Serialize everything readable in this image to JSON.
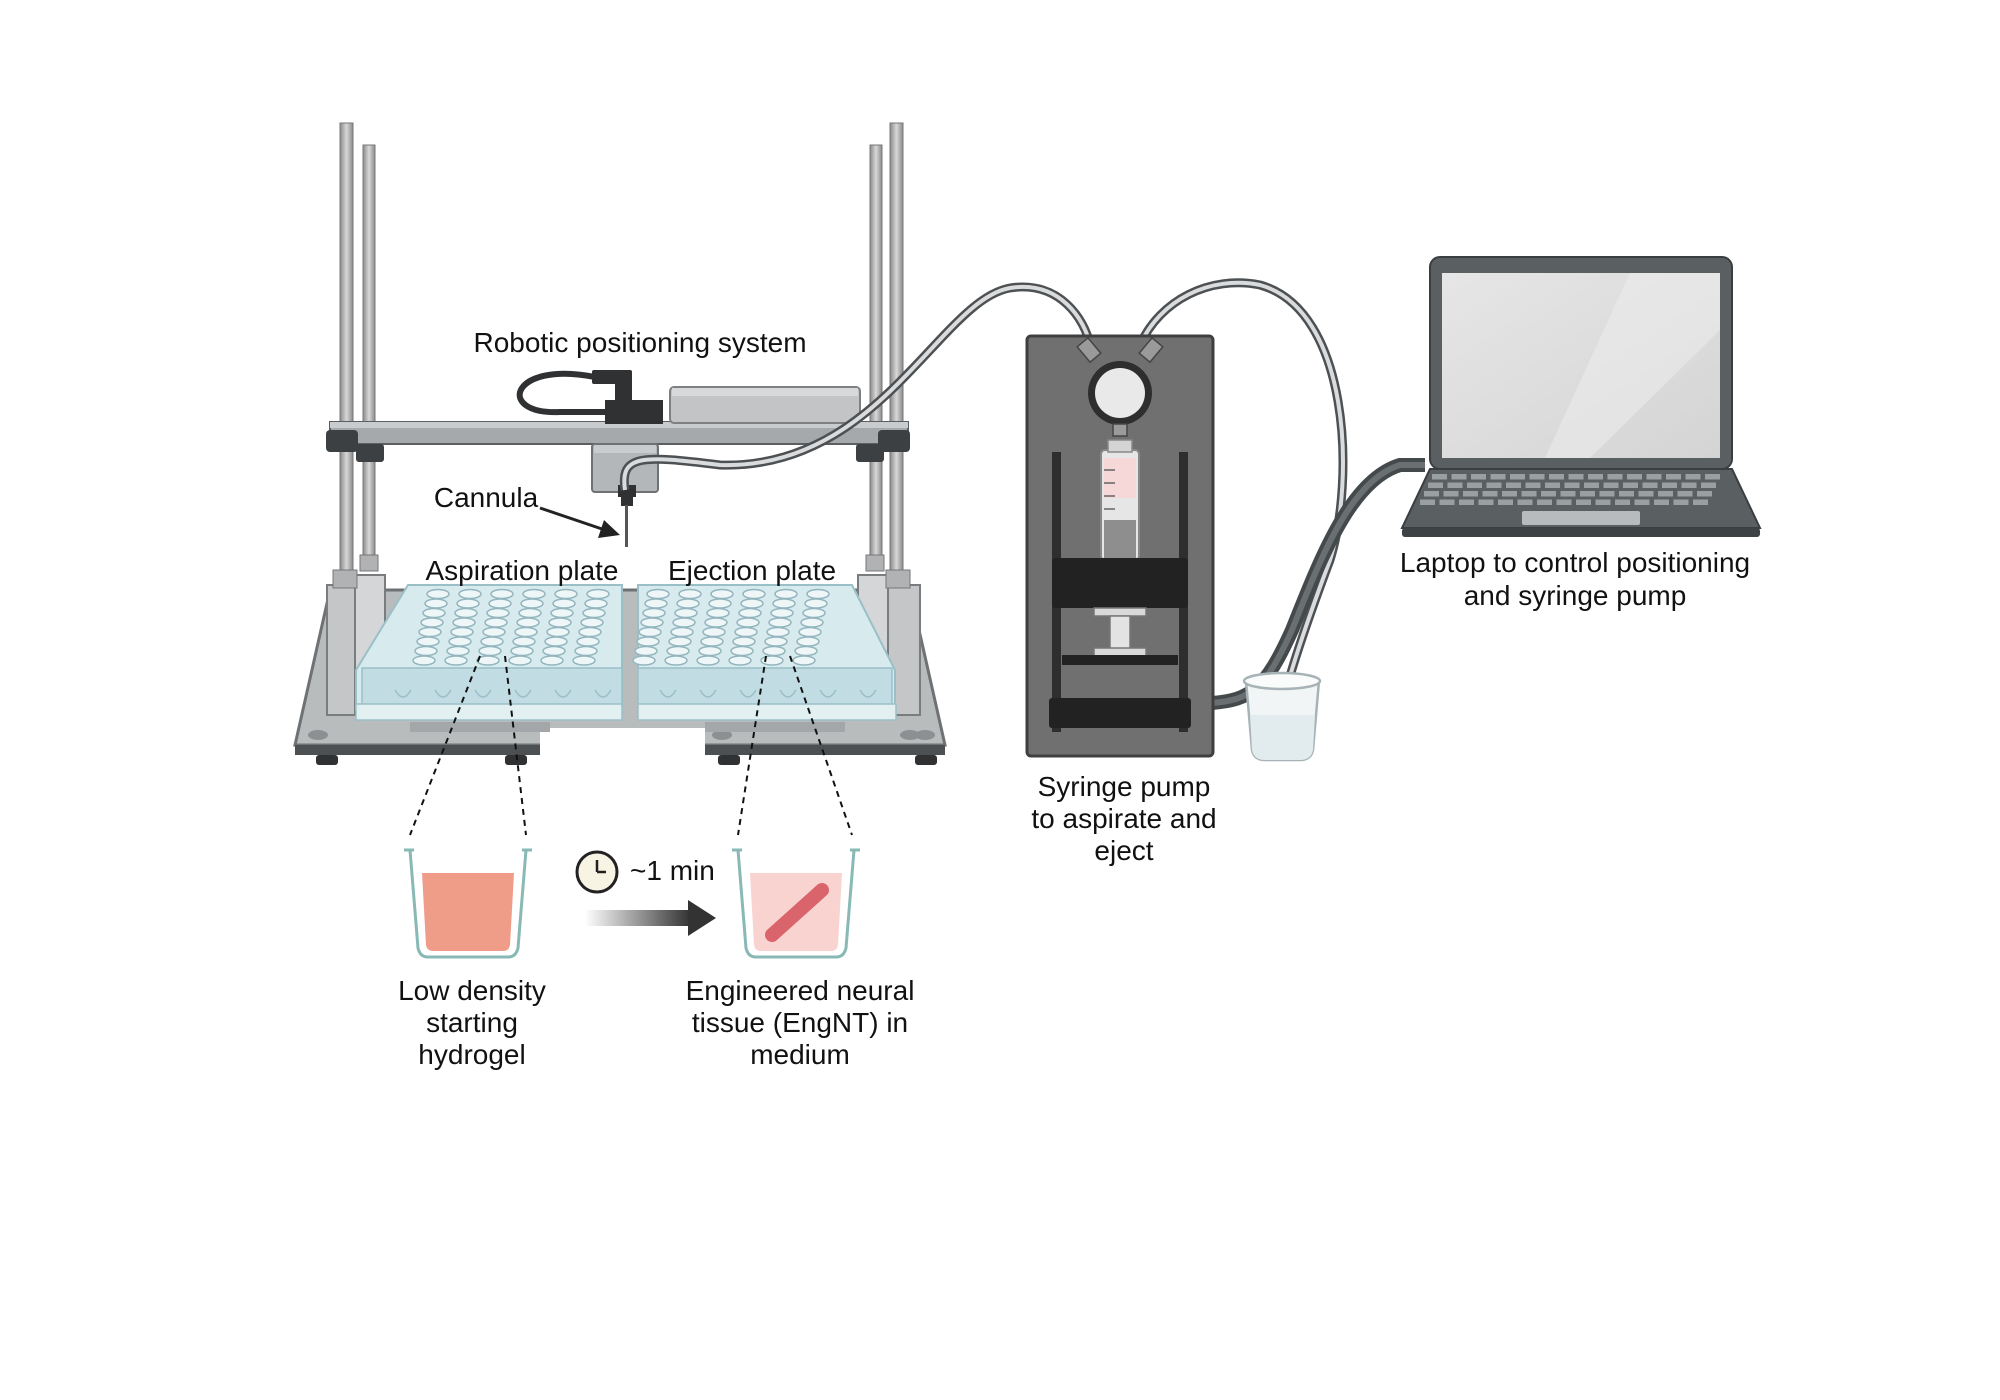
{
  "labels": {
    "robotic": "Robotic positioning system",
    "cannula": "Cannula",
    "aspiration_plate": "Aspiration plate",
    "ejection_plate": "Ejection plate",
    "syringe_pump": [
      "Syringe pump",
      "to aspirate and",
      "eject"
    ],
    "laptop": [
      "Laptop to control positioning",
      "and syringe pump"
    ],
    "time": "~1 min",
    "hydrogel": [
      "Low density",
      "starting",
      "hydrogel"
    ],
    "engnt": [
      "Engineered neural",
      "tissue (EngNT) in",
      "medium"
    ]
  },
  "icons": {
    "timer": "clock-icon",
    "progress_arrow": "arrow-right-icon"
  },
  "colors": {
    "hydrogel": "#ef9c88",
    "medium": "#f9d3d0",
    "tissue": "#d9646b",
    "plate": "#cfe5ea",
    "frame": "#9a9a9a",
    "pump_body": "#6f6f6f",
    "laptop_body": "#5a6062"
  }
}
